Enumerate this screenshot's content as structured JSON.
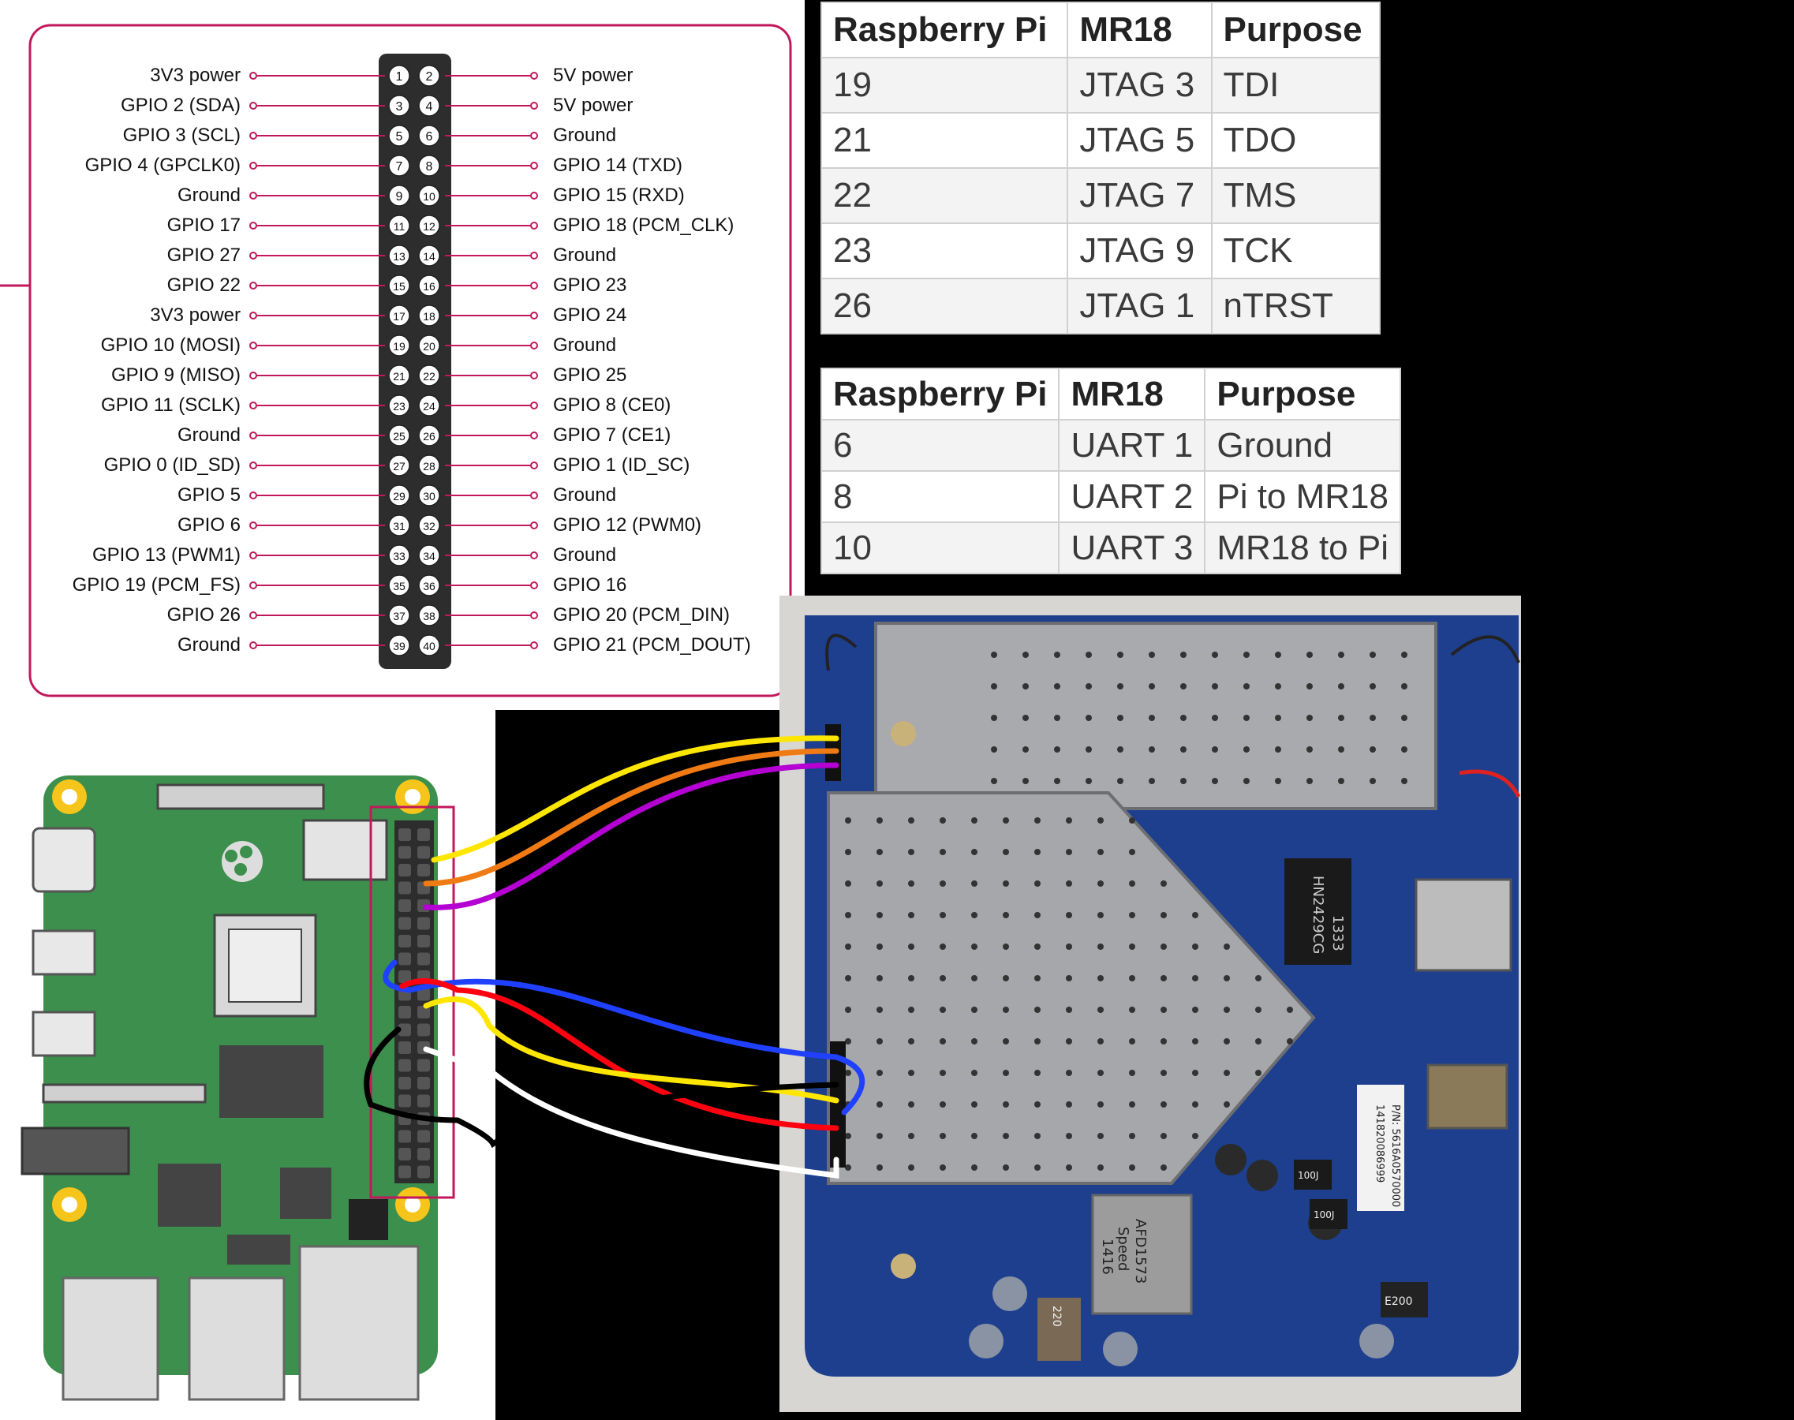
{
  "pinout": {
    "rows": [
      {
        "left": "3V3 power",
        "l": "1",
        "r": "2",
        "right": "5V power"
      },
      {
        "left": "GPIO 2 (SDA)",
        "l": "3",
        "r": "4",
        "right": "5V power"
      },
      {
        "left": "GPIO 3 (SCL)",
        "l": "5",
        "r": "6",
        "right": "Ground"
      },
      {
        "left": "GPIO 4 (GPCLK0)",
        "l": "7",
        "r": "8",
        "right": "GPIO 14 (TXD)"
      },
      {
        "left": "Ground",
        "l": "9",
        "r": "10",
        "right": "GPIO 15 (RXD)"
      },
      {
        "left": "GPIO 17",
        "l": "11",
        "r": "12",
        "right": "GPIO 18 (PCM_CLK)"
      },
      {
        "left": "GPIO 27",
        "l": "13",
        "r": "14",
        "right": "Ground"
      },
      {
        "left": "GPIO 22",
        "l": "15",
        "r": "16",
        "right": "GPIO 23"
      },
      {
        "left": "3V3 power",
        "l": "17",
        "r": "18",
        "right": "GPIO 24"
      },
      {
        "left": "GPIO 10 (MOSI)",
        "l": "19",
        "r": "20",
        "right": "Ground"
      },
      {
        "left": "GPIO 9 (MISO)",
        "l": "21",
        "r": "22",
        "right": "GPIO 25"
      },
      {
        "left": "GPIO 11 (SCLK)",
        "l": "23",
        "r": "24",
        "right": "GPIO 8 (CE0)"
      },
      {
        "left": "Ground",
        "l": "25",
        "r": "26",
        "right": "GPIO 7 (CE1)"
      },
      {
        "left": "GPIO 0 (ID_SD)",
        "l": "27",
        "r": "28",
        "right": "GPIO 1 (ID_SC)"
      },
      {
        "left": "GPIO 5",
        "l": "29",
        "r": "30",
        "right": "Ground"
      },
      {
        "left": "GPIO 6",
        "l": "31",
        "r": "32",
        "right": "GPIO 12 (PWM0)"
      },
      {
        "left": "GPIO 13 (PWM1)",
        "l": "33",
        "r": "34",
        "right": "Ground"
      },
      {
        "left": "GPIO 19 (PCM_FS)",
        "l": "35",
        "r": "36",
        "right": "GPIO 16"
      },
      {
        "left": "GPIO 26",
        "l": "37",
        "r": "38",
        "right": "GPIO 20 (PCM_DIN)"
      },
      {
        "left": "Ground",
        "l": "39",
        "r": "40",
        "right": "GPIO 21 (PCM_DOUT)"
      }
    ]
  },
  "jtag_table": {
    "headers": [
      "Raspberry Pi",
      "MR18",
      "Purpose"
    ],
    "rows": [
      [
        "19",
        "JTAG 3",
        "TDI"
      ],
      [
        "21",
        "JTAG 5",
        "TDO"
      ],
      [
        "22",
        "JTAG 7",
        "TMS"
      ],
      [
        "23",
        "JTAG 9",
        "TCK"
      ],
      [
        "26",
        "JTAG 1",
        "nTRST"
      ]
    ]
  },
  "uart_table": {
    "headers": [
      "Raspberry Pi",
      "MR18",
      "Purpose"
    ],
    "rows": [
      [
        "6",
        "UART 1",
        "Ground"
      ],
      [
        "8",
        "UART 2",
        "Pi to MR18"
      ],
      [
        "10",
        "UART 3",
        "MR18 to Pi"
      ]
    ]
  },
  "mr18_board": {
    "chip_label_1": "HN2429CG",
    "chip_label_2": "1333",
    "inductor_label_1": "AFD1573",
    "inductor_label_2": "Speed",
    "inductor_label_3": "1416",
    "sticker_1": "141820086999",
    "sticker_2": "P/N: 5616A0570000",
    "cap_label_1": "100J",
    "cap_label_2": "100J",
    "cap_label_3": "220",
    "cap_label_4": "E200"
  },
  "colors": {
    "pinout_border": "#c2185b",
    "pi_board": "#3c8f4c",
    "mr18_pcb": "#1d3f8e",
    "wire_yellow": "#ffe600",
    "wire_orange": "#f07a14",
    "wire_purple": "#b400d2",
    "wire_blue": "#2040ff",
    "wire_red": "#ff0010",
    "wire_black": "#000000",
    "wire_white": "#ffffff"
  }
}
